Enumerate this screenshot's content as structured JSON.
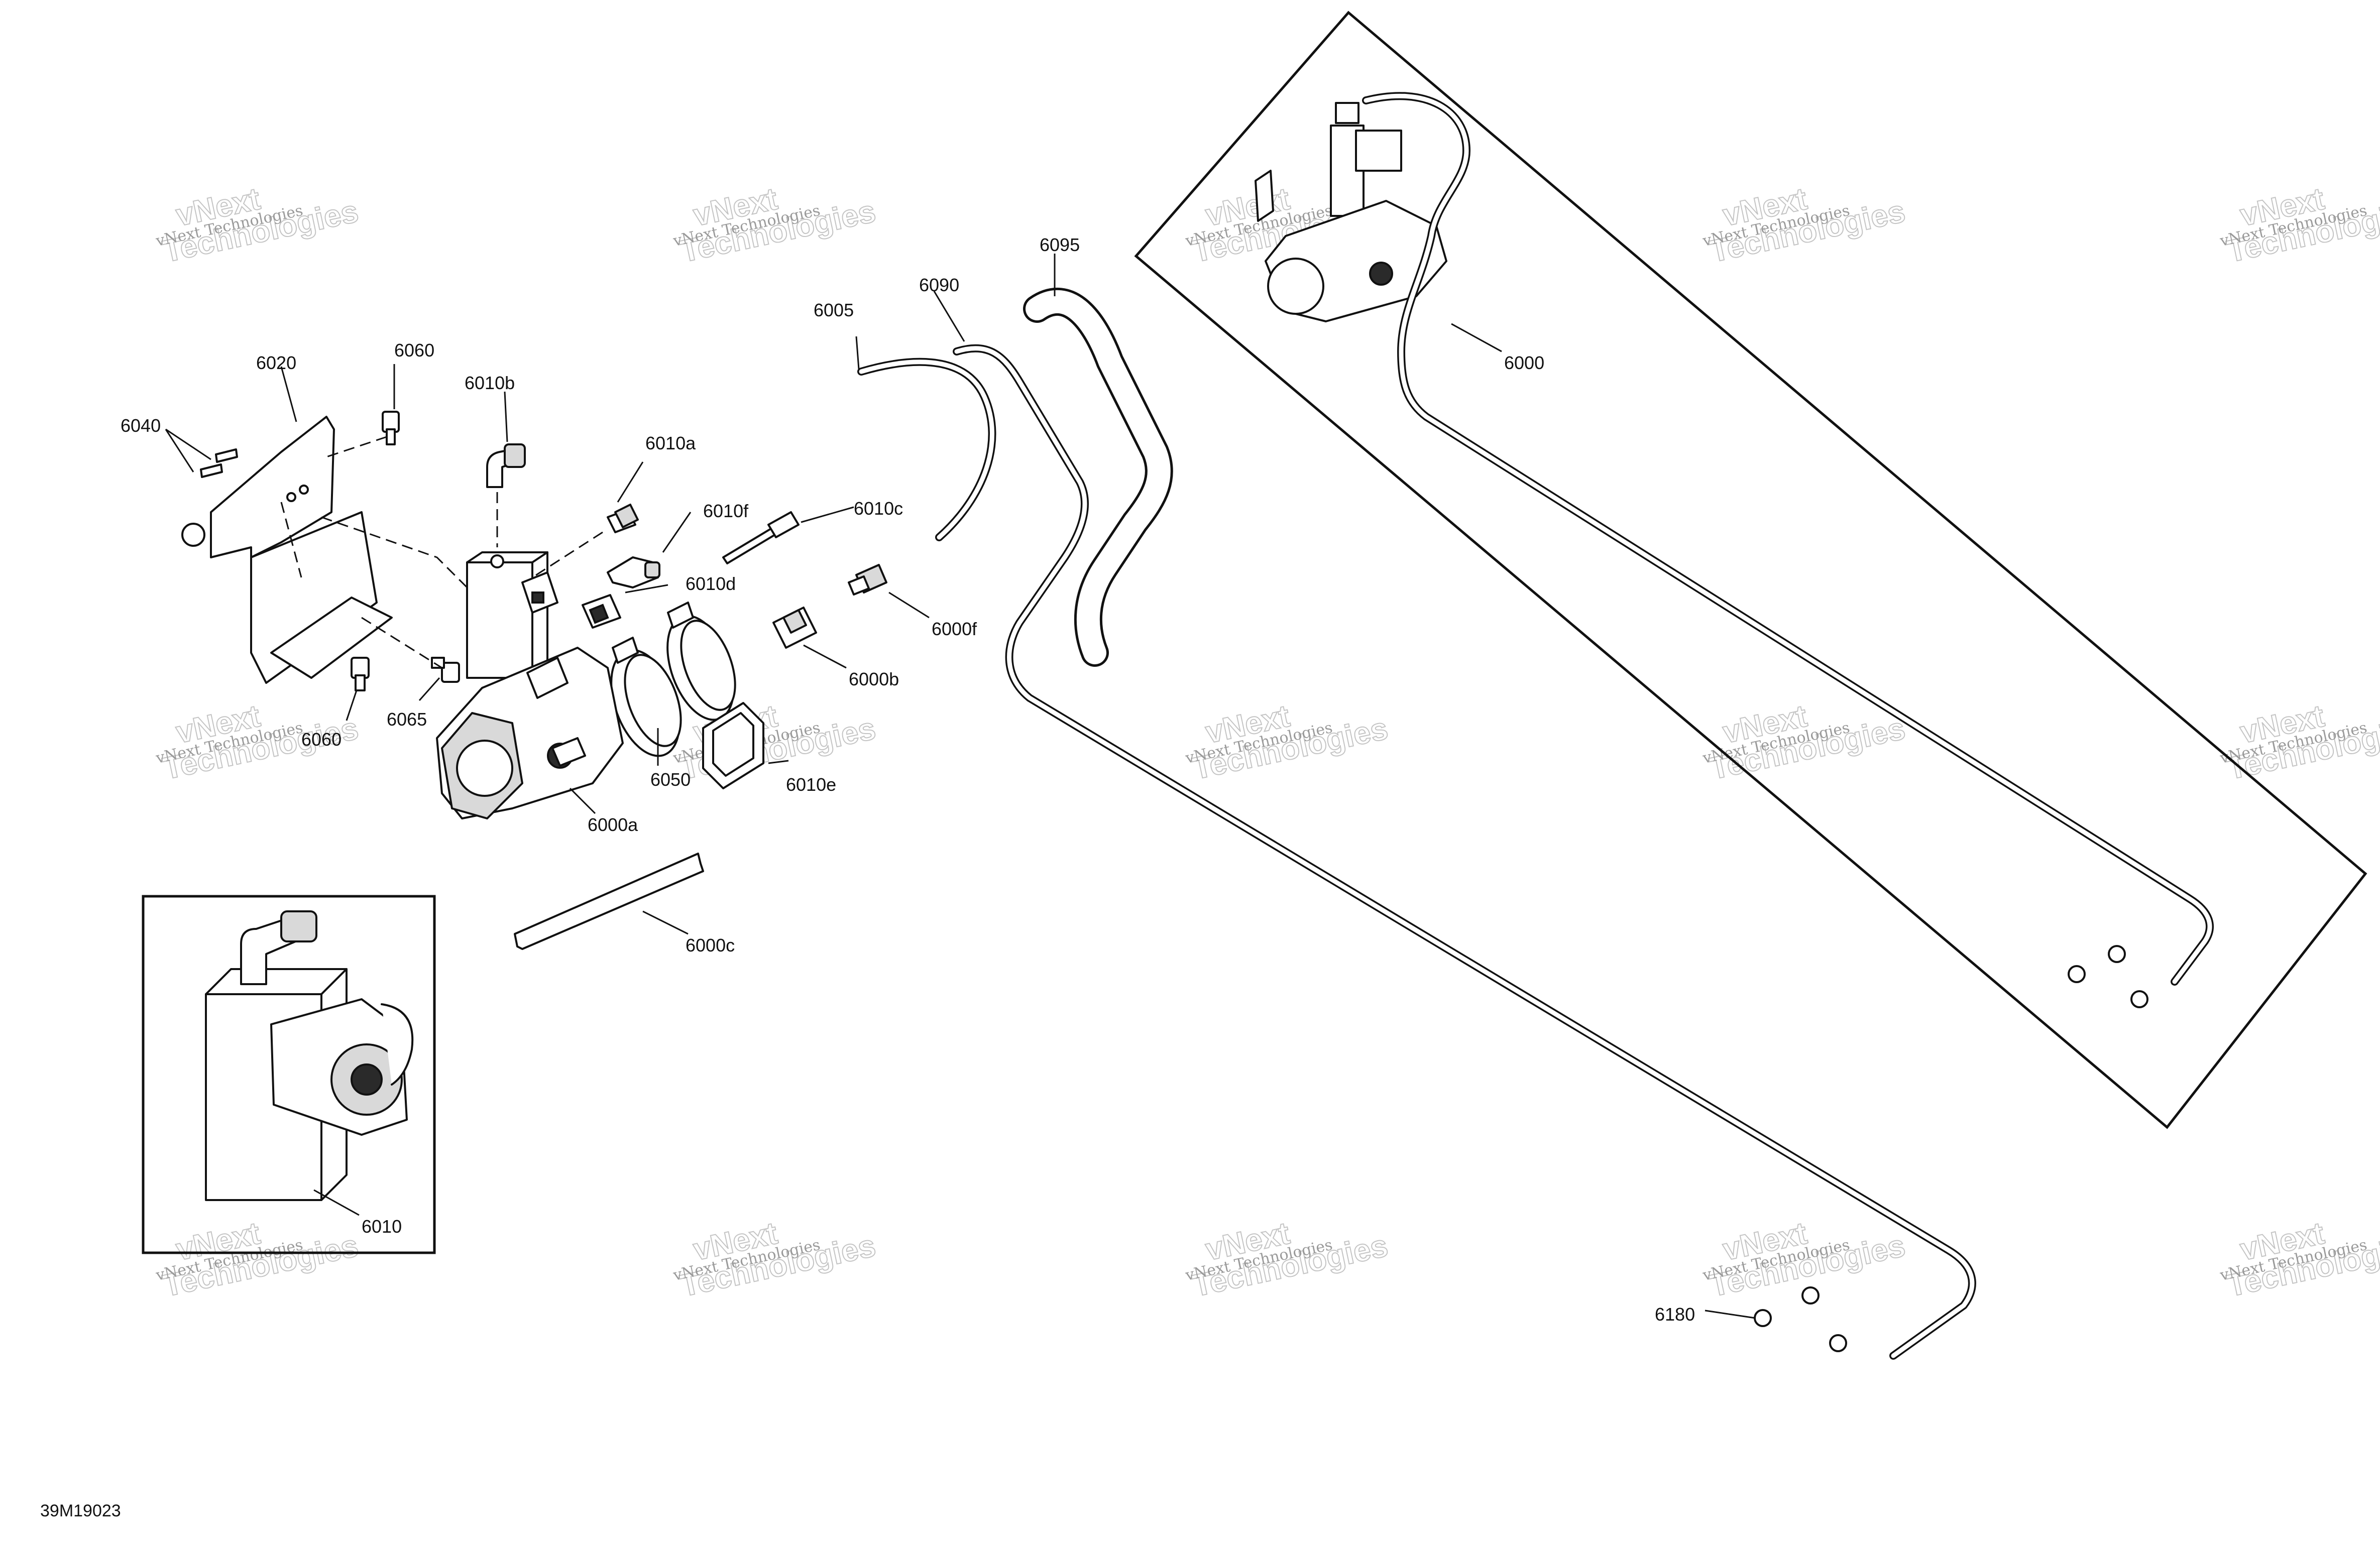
{
  "diagram_ref": "39M19023",
  "watermark": {
    "line1": "vNext Technologies",
    "line2": "vNext",
    "line3": "Technologies"
  },
  "callouts": {
    "c6000": "6000",
    "c6000a": "6000a",
    "c6000b": "6000b",
    "c6000c": "6000c",
    "c6000f": "6000f",
    "c6005": "6005",
    "c6010": "6010",
    "c6010a": "6010a",
    "c6010b": "6010b",
    "c6010c": "6010c",
    "c6010d": "6010d",
    "c6010e": "6010e",
    "c6010f": "6010f",
    "c6020": "6020",
    "c6040": "6040",
    "c6050": "6050",
    "c6060a": "6060",
    "c6060b": "6060",
    "c6065": "6065",
    "c6090": "6090",
    "c6095": "6095",
    "c6180": "6180"
  }
}
